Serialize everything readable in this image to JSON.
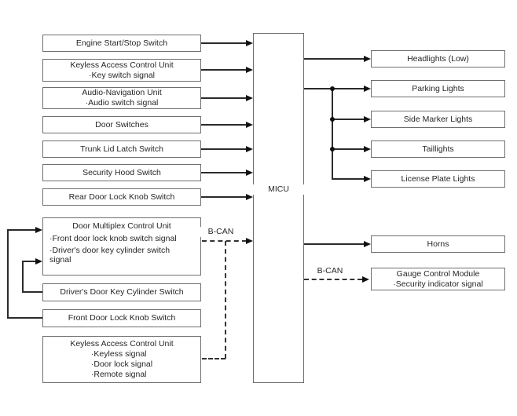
{
  "diagram": {
    "micu_label": "MICU",
    "bus_labels": {
      "left_bcan": "B-CAN",
      "right_bcan": "B-CAN"
    },
    "inputs": [
      {
        "title": "Engine Start/Stop Switch",
        "bullets": []
      },
      {
        "title": "Keyless Access Control Unit",
        "bullets": [
          "·Key switch signal"
        ]
      },
      {
        "title": "Audio-Navigation Unit",
        "bullets": [
          "·Audio switch signal"
        ]
      },
      {
        "title": "Door Switches",
        "bullets": []
      },
      {
        "title": "Trunk Lid Latch Switch",
        "bullets": []
      },
      {
        "title": "Security Hood Switch",
        "bullets": []
      },
      {
        "title": "Rear Door Lock Knob Switch",
        "bullets": []
      },
      {
        "title": "Door Multiplex Control Unit",
        "bullets": [
          "·Front door lock knob switch signal",
          "·Driver's door key cylinder switch signal"
        ]
      },
      {
        "title": "Driver's Door Key Cylinder Switch",
        "bullets": []
      },
      {
        "title": "Front Door Lock Knob Switch",
        "bullets": []
      },
      {
        "title": "Keyless Access Control Unit",
        "bullets": [
          "·Keyless signal",
          "·Door lock signal",
          "·Remote signal"
        ]
      }
    ],
    "outputs": [
      {
        "title": "Headlights (Low)",
        "bullets": []
      },
      {
        "title": "Parking Lights",
        "bullets": []
      },
      {
        "title": "Side Marker Lights",
        "bullets": []
      },
      {
        "title": "Taillights",
        "bullets": []
      },
      {
        "title": "License Plate Lights",
        "bullets": []
      },
      {
        "title": "Horns",
        "bullets": []
      },
      {
        "title": "Gauge Control Module",
        "bullets": [
          "·Security indicator signal"
        ]
      }
    ],
    "colors": {
      "line": "#2b2b2b",
      "border": "#6e6e6e",
      "text": "#262626",
      "background": "#ffffff"
    }
  }
}
